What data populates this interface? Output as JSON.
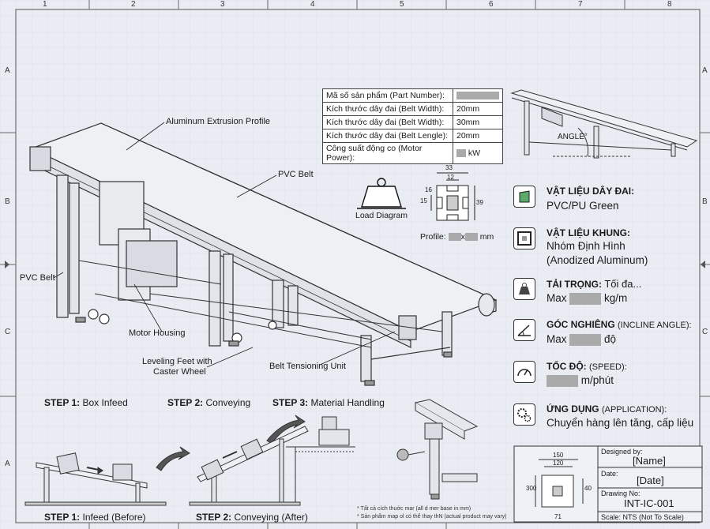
{
  "ruler": {
    "cols": [
      "1",
      "2",
      "3",
      "4",
      "5",
      "6",
      "7",
      "8"
    ],
    "rows": [
      "A",
      "B",
      "C",
      "A"
    ]
  },
  "callouts": {
    "profile": "Aluminum Extrusion Profile",
    "pvc_belt_top": "PVC Belt",
    "pvc_belt_left": "PVC Belt",
    "motor": "Motor Housing",
    "feet": "Leveling Feet with",
    "feet2": "Caster Wheel",
    "tension": "Belt Tensioning Unit",
    "angle": "ANGLE°"
  },
  "specs": [
    {
      "label": "Mã số sản phẩm (Part Number):",
      "value": ""
    },
    {
      "label": "Kích thước dây đai (Belt Width):",
      "value": "20mm"
    },
    {
      "label": "Kích thước dây đai (Belt Width):",
      "value": "30mm"
    },
    {
      "label": "Kích thước dây đai (Belt Lengle):",
      "value": "20mm"
    },
    {
      "label": "Công suất động co (Motor Power):",
      "value": "kW"
    }
  ],
  "load_diagram": "Load Diagram",
  "profile_dims": {
    "w": "33",
    "inner": "12",
    "h": "39",
    "side": "16",
    "side2": "15"
  },
  "profile_label": {
    "prefix": "Profile:",
    "x": "x",
    "unit": "mm"
  },
  "materials": [
    {
      "icon": "belt-material-icon",
      "heading": "VẬT LIỆU DÂY ĐAI:",
      "heading_note": "",
      "lines": [
        "PVC/PU Green"
      ]
    },
    {
      "icon": "frame-material-icon",
      "heading": "VẬT LIỆU KHUNG:",
      "heading_note": "",
      "lines": [
        "Nhóm Định Hình",
        "(Anodized Aluminum)"
      ]
    },
    {
      "icon": "load-weight-icon",
      "heading": "TẢI TRỌNG:",
      "heading_note": "Tối đa...",
      "lines": [
        "Max",
        "kg/m"
      ]
    },
    {
      "icon": "incline-angle-icon",
      "heading": "GÓC NGHIÊNG",
      "heading_note": "(INCLINE ANGLE):",
      "lines": [
        "Max",
        "độ"
      ]
    },
    {
      "icon": "speed-gauge-icon",
      "heading": "TỐC ĐỘ:",
      "heading_note": "(SPEED):",
      "lines": [
        "m/phút"
      ]
    },
    {
      "icon": "gears-icon",
      "heading": "ỨNG DỤNG",
      "heading_note": "(APPLICATION):",
      "lines": [
        "Chuyển hàng lên tăng, cấp liệu"
      ]
    }
  ],
  "steps_top": [
    {
      "num": "STEP 1:",
      "text": "Box Infeed"
    },
    {
      "num": "STEP 2:",
      "text": "Conveying"
    },
    {
      "num": "STEP 3:",
      "text": "Material Handling"
    }
  ],
  "steps_bottom": [
    {
      "num": "STEP 1:",
      "text": "Infeed (Before)"
    },
    {
      "num": "STEP 2:",
      "text": "Conveying (After)"
    }
  ],
  "notes": [
    "* Tất cả cích thuớc mar (all d mer base in mm)",
    "* Sản phẩm map ol có thể thay thN (actual product may vary)"
  ],
  "title_block": {
    "designed_label": "Designed by:",
    "designed_value": "[Name]",
    "date_label": "Date:",
    "date_value": "[Date]",
    "drawing_label": "Drawing No:",
    "drawing_value": "INT-IC-001",
    "scale": "Scale: NTS (Not To Scale)",
    "dims": {
      "w1": "150",
      "w2": "120",
      "h1": "300",
      "h2": "40",
      "b": "71"
    }
  }
}
